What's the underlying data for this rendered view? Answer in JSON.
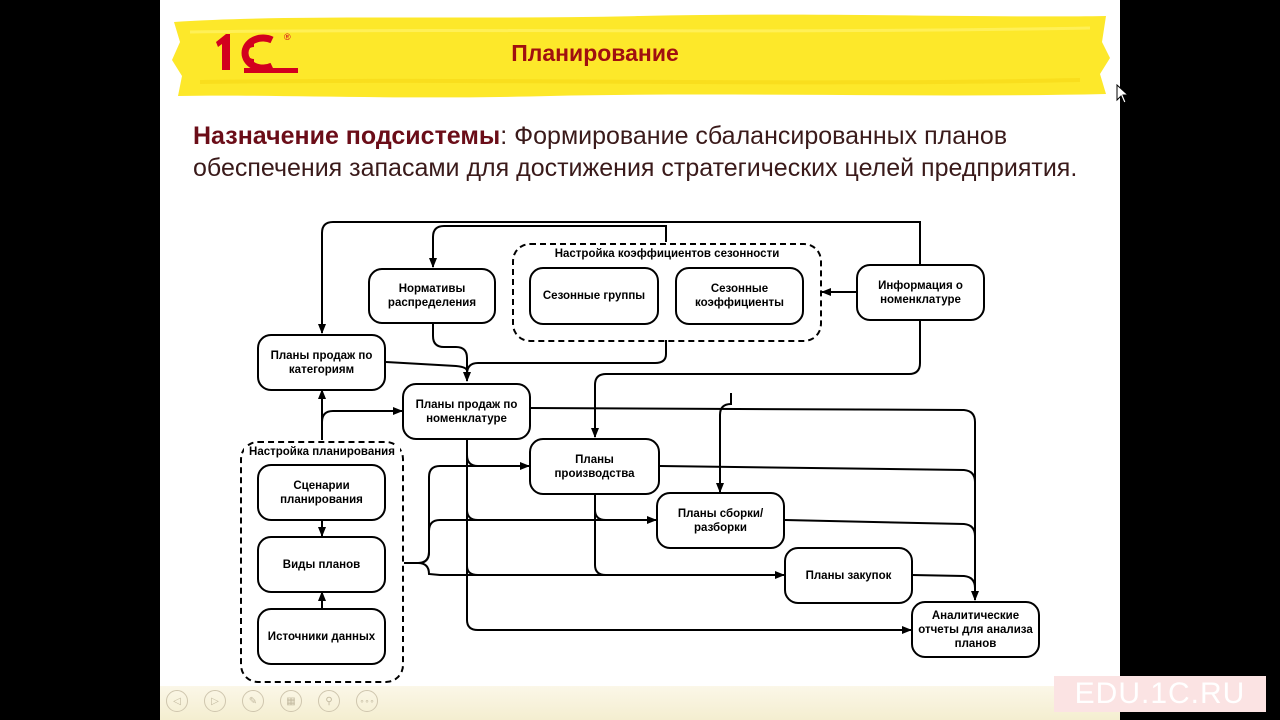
{
  "slide": {
    "title": "Планирование",
    "logo_text": "1С",
    "logo_registered": "®",
    "purpose_lead": "Назначение подсистемы",
    "purpose_text": ": Формирование сбалансированных планов обеспечения запасами для достижения стратегических целей предприятия."
  },
  "diagram": {
    "groups": {
      "seasonality": "Настройка коэффициентов сезонности",
      "planning_setup": "Настройка планирования"
    },
    "boxes": {
      "norms": "Нормативы распределения",
      "seasonal_groups": "Сезонные группы",
      "seasonal_coef": "Сезонные коэффициенты",
      "item_info": "Информация о номенклатуре",
      "sales_by_category": "Планы продаж по категориям",
      "sales_by_item": "Планы продаж по номенклатуре",
      "production": "Планы производства",
      "assembly": "Планы сборки/ разборки",
      "purchases": "Планы закупок",
      "analytics": "Аналитические отчеты для анализа планов",
      "scenarios": "Сценарии планирования",
      "plan_types": "Виды планов",
      "data_sources": "Источники данных"
    }
  },
  "controls": {
    "items": [
      "back-icon",
      "forward-icon",
      "pen-icon",
      "slides-icon",
      "zoom-icon",
      "more-icon"
    ],
    "more_label": "∘∘∘"
  },
  "watermark": "EDU.1C.RU",
  "colors": {
    "banner_yellow": "#fde82a",
    "title_red": "#a01010",
    "logo_red": "#d2001e",
    "lead_color": "#6b0d18"
  }
}
